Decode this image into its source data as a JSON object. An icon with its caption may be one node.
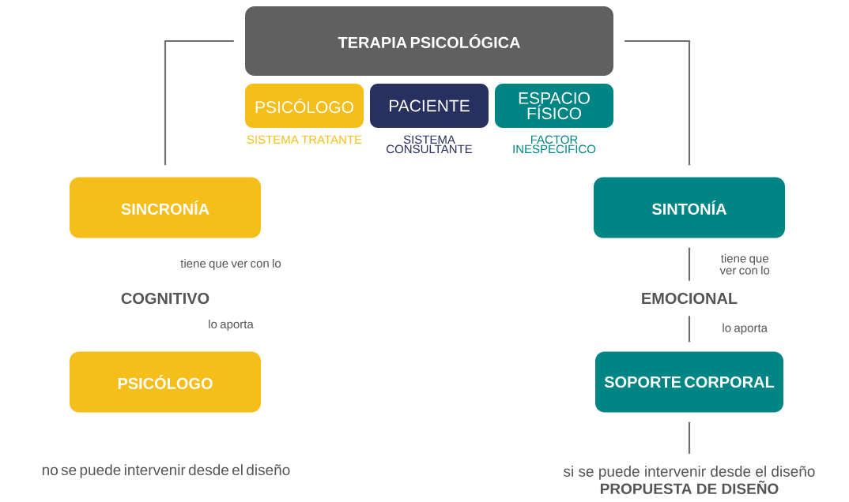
{
  "diagram": {
    "nodes": [
      {
        "text": [
          "TERAPIA PSICOLÓGICA"
        ]
      },
      {
        "text": [
          "PSICÓLOGO"
        ],
        "beside": [
          "SISTEMA TRATANTE"
        ]
      },
      {
        "text": [
          "PACIENTE"
        ],
        "beside": [
          "SISTEMA CONSULTANTE"
        ]
      },
      {
        "text": [
          "ESPACIO FÍSICO"
        ],
        "beside": [
          "FACTOR INESPECIFICO"
        ]
      },
      {
        "text": [
          "SINCRONÍA"
        ]
      },
      {
        "text": [
          "SINTONÍA"
        ]
      },
      {
        "text": [
          "COGNITIVO"
        ]
      },
      {
        "text": [
          "EMOCIONAL"
        ]
      },
      {
        "text": [
          "PSICÓLOGO"
        ]
      },
      {
        "text": [
          "SOPORTE CORPORAL"
        ]
      },
      {
        "text": [
          "si  se puede intervenir desde el diseño",
          "PROPUESTA DE DISEÑO"
        ]
      }
    ],
    "edges": [
      {
        "from": 0,
        "to": 4,
        "arrow": "none"
      },
      {
        "from": 0,
        "to": 5,
        "arrow": "none"
      },
      {
        "from": 5,
        "to": 7,
        "arrow": "none",
        "label": "tiene que ver con lo"
      },
      {
        "from": 7,
        "to": 9,
        "arrow": "none",
        "label": "lo aporta"
      },
      {
        "from": 9,
        "to": 10,
        "arrow": "none"
      }
    ],
    "labels": [
      "tiene que ver con lo",
      "lo aporta",
      "no se puede intervenir desde el diseño"
    ]
  }
}
